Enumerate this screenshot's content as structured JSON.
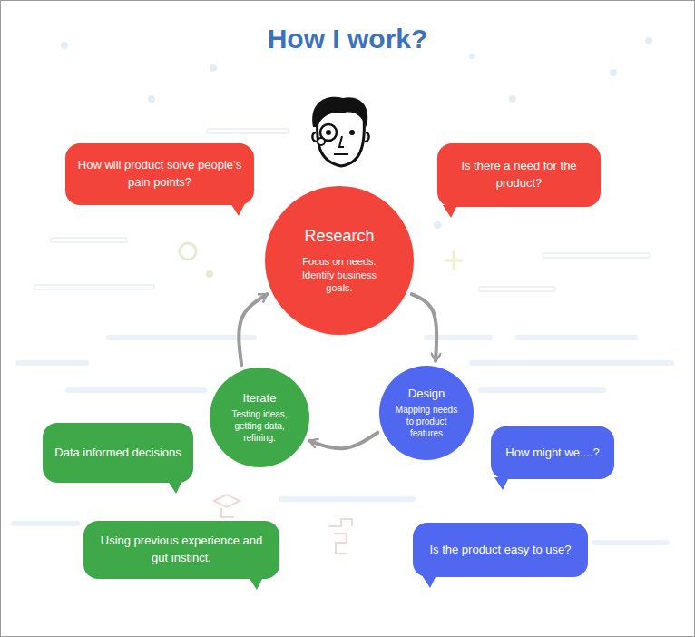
{
  "diagram": {
    "title": "How I work?",
    "nodes": [
      {
        "text": [
          "How will product solve people’s pain points?"
        ]
      },
      {
        "text": [
          "Is there a need for the product?"
        ]
      },
      {
        "text": [
          "Research",
          "Focus on needs. Identify business goals."
        ]
      },
      {
        "text": [
          "Iterate",
          "Testing ideas, getting data, refining."
        ]
      },
      {
        "text": [
          "Design",
          "Mapping needs to product features"
        ]
      },
      {
        "text": [
          "Data informed decisions"
        ]
      },
      {
        "text": [
          "How might we....?"
        ]
      },
      {
        "text": [
          "Using previous experience and gut instinct."
        ]
      },
      {
        "text": [
          "Is the product easy to use?"
        ]
      }
    ],
    "edges": [
      {
        "from": 2,
        "to": 4,
        "arrow": "to"
      },
      {
        "from": 4,
        "to": 3,
        "arrow": "to"
      },
      {
        "from": 3,
        "to": 2,
        "arrow": "to"
      }
    ]
  }
}
